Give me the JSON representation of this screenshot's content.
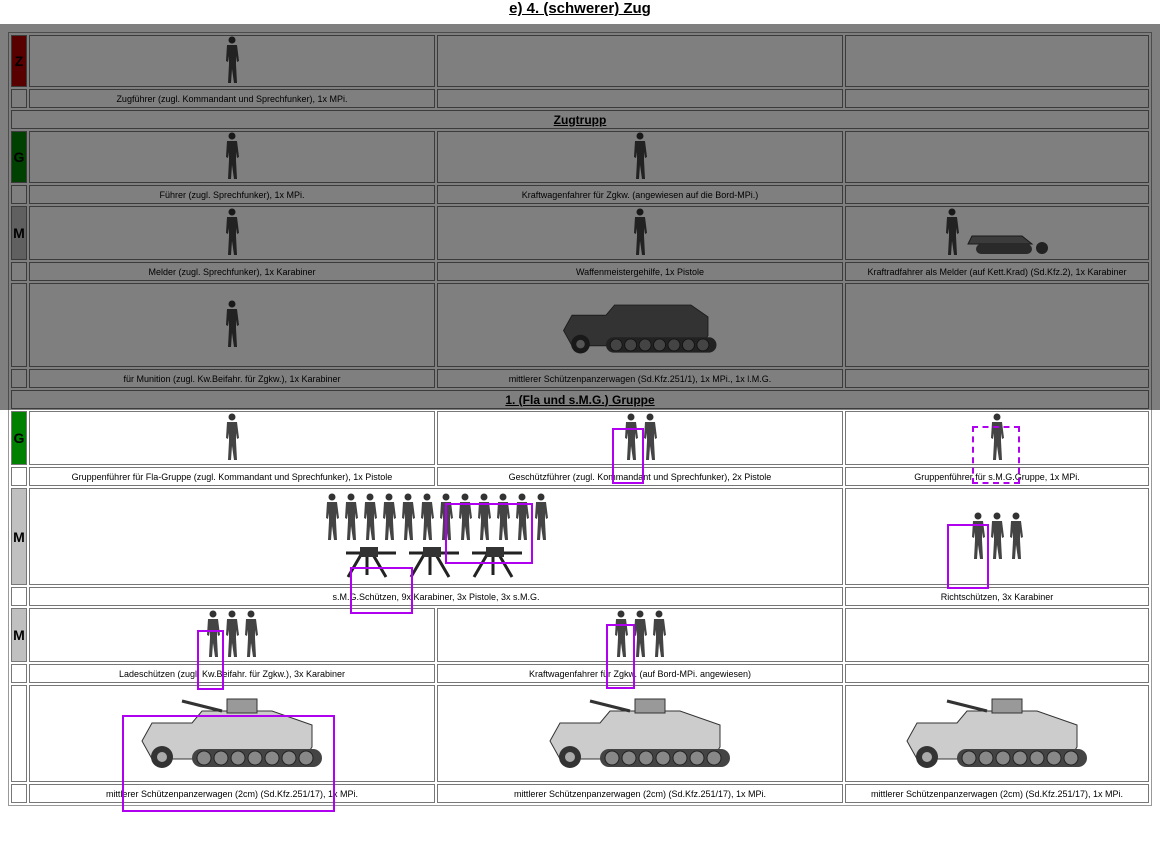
{
  "title": "e) 4. (schwerer) Zug",
  "colors": {
    "Z": "#b00000",
    "G": "#008000",
    "M": "#c0c0c0",
    "highlight": "#b000f0"
  },
  "rows": {
    "z": {
      "label": "Z",
      "c1": "Zugführer (zugl. Kommandant und Sprechfunker), 1x MPi."
    },
    "zugtrupp": "Zugtrupp",
    "g1": {
      "label": "G",
      "c1": "Führer (zugl. Sprechfunker), 1x MPi.",
      "c2": "Kraftwagenfahrer für Zgkw. (angewiesen auf die Bord-MPi.)"
    },
    "m1": {
      "label": "M",
      "c1": "Melder (zugl. Sprechfunker), 1x Karabiner",
      "c2": "Waffenmeistergehilfe, 1x Pistole",
      "c3": "Kraftradfahrer als Melder (auf Kett.Krad) (Sd.Kfz.2), 1x Karabiner"
    },
    "v1": {
      "c1": "für Munition (zugl. Kw.Beifahr. für Zgkw.), 1x Karabiner",
      "c2": "mittlerer Schützenpanzerwagen (Sd.Kfz.251/1), 1x MPi., 1x l.M.G."
    },
    "gruppe": "1. (Fla und s.M.G.) Gruppe",
    "g2": {
      "label": "G",
      "c1": "Gruppenführer für Fla-Gruppe (zugl. Kommandant und Sprechfunker), 1x Pistole",
      "c2": "Geschützführer (zugl. Kommandant und Sprechfunker), 2x Pistole",
      "c3": "Gruppenführer für s.M.G.Gruppe, 1x MPi."
    },
    "m2": {
      "label": "M",
      "c12": "s.M.G.Schützen, 9x Karabiner, 3x Pistole, 3x s.M.G.",
      "c3": "Richtschützen, 3x Karabiner"
    },
    "m3": {
      "label": "M",
      "c1": "Ladeschützen (zugl. Kw.Beifahr. für Zgkw.), 3x Karabiner",
      "c2": "Kraftwagenfahrer für Zgkw. (auf Bord-MPi. angewiesen)"
    },
    "v2": {
      "c1": "mittlerer Schützenpanzerwagen (2cm) (Sd.Kfz.251/17), 1x MPi.",
      "c2": "mittlerer Schützenpanzerwagen (2cm) (Sd.Kfz.251/17), 1x MPi.",
      "c3": "mittlerer Schützenpanzerwagen (2cm) (Sd.Kfz.251/17), 1x MPi."
    }
  }
}
